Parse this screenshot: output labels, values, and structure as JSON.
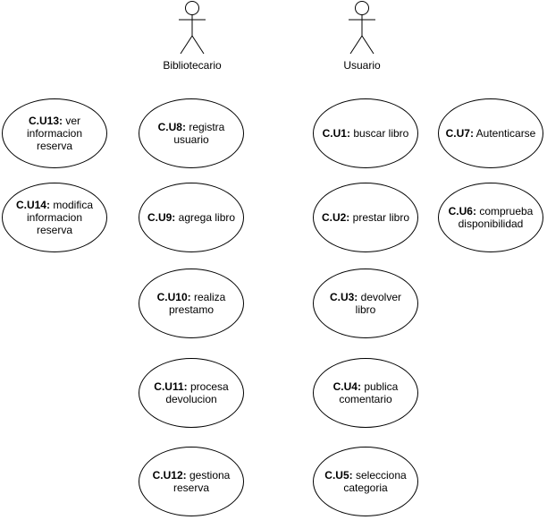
{
  "actors": [
    {
      "id": "bibliotecario",
      "label": "Bibliotecario"
    },
    {
      "id": "usuario",
      "label": "Usuario"
    }
  ],
  "use_cases": {
    "cu13": {
      "code": "C.U13:",
      "text": "ver informacion reserva"
    },
    "cu14": {
      "code": "C.U14:",
      "text": "modifica informacion reserva"
    },
    "cu8": {
      "code": "C.U8:",
      "text": "registra usuario"
    },
    "cu9": {
      "code": "C.U9:",
      "text": "agrega libro"
    },
    "cu10": {
      "code": "C.U10:",
      "text": "realiza prestamo"
    },
    "cu11": {
      "code": "C.U11:",
      "text": "procesa devolucion"
    },
    "cu12": {
      "code": "C.U12:",
      "text": "gestiona reserva"
    },
    "cu1": {
      "code": "C.U1:",
      "text": "buscar libro"
    },
    "cu2": {
      "code": "C.U2:",
      "text": "prestar libro"
    },
    "cu3": {
      "code": "C.U3:",
      "text": "devolver libro"
    },
    "cu4": {
      "code": "C.U4:",
      "text": "publica comentario"
    },
    "cu5": {
      "code": "C.U5:",
      "text": "selecciona categoria"
    },
    "cu7": {
      "code": "C.U7:",
      "text": "Autenticarse"
    },
    "cu6": {
      "code": "C.U6:",
      "text": "comprueba disponibilidad"
    }
  }
}
